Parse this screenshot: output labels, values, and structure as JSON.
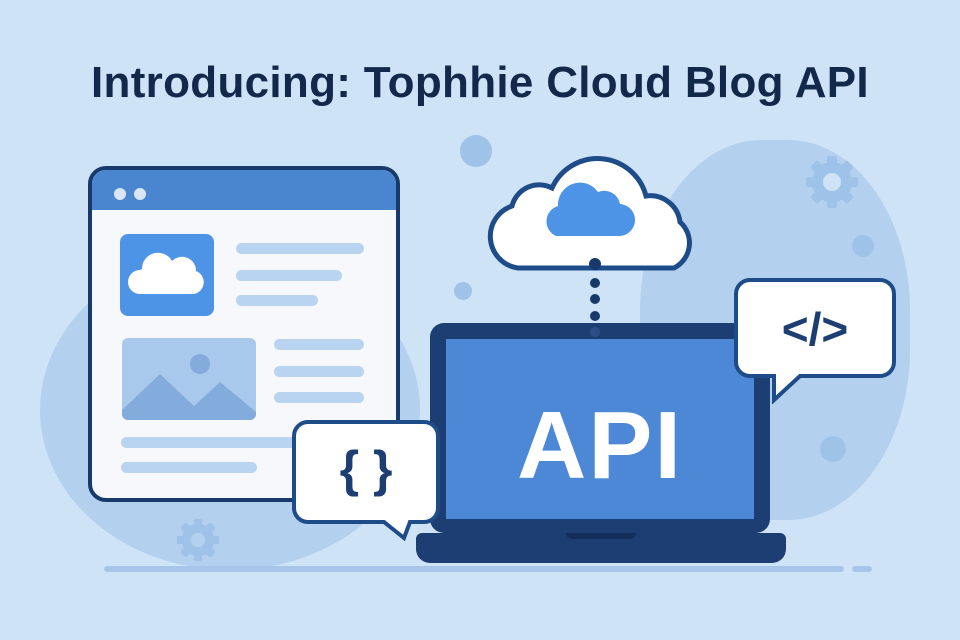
{
  "title": "Introducing: Tophhie Cloud Blog API",
  "laptop": {
    "screen_text": "API"
  },
  "bubbles": {
    "left_glyph": "{ }",
    "right_glyph": "</>"
  },
  "icons": [
    "browser-window",
    "cloud-icon",
    "image-icon",
    "gear-icon",
    "laptop",
    "curly-braces-icon",
    "code-tag-icon"
  ],
  "colors": {
    "background": "#cfe3f6",
    "title": "#13294b",
    "outline": "#173a6b",
    "accent_blue": "#4d88d6",
    "light_blue": "#b8d4f0"
  }
}
